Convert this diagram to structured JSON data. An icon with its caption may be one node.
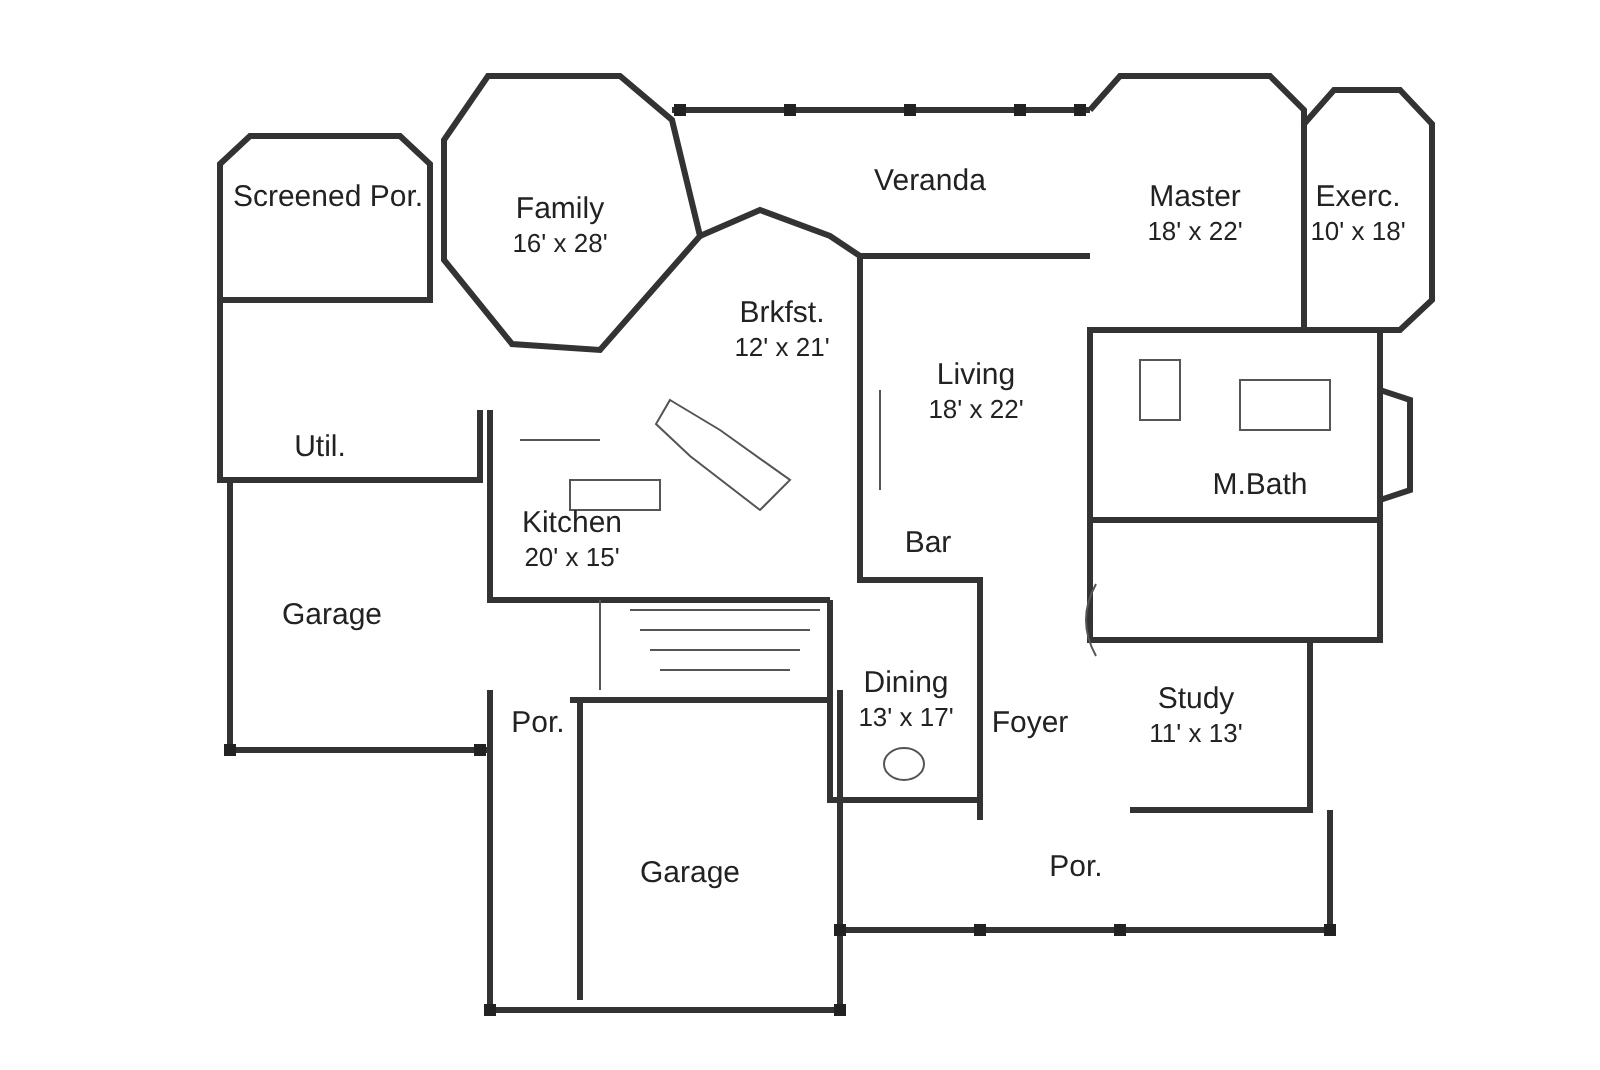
{
  "diagram": {
    "nodes": [
      {
        "text": [
          "Screened Por."
        ]
      },
      {
        "text": [
          "Family",
          "16' x 28'"
        ]
      },
      {
        "text": [
          "Veranda"
        ]
      },
      {
        "text": [
          "Master",
          "18' x 22'"
        ]
      },
      {
        "text": [
          "Exerc.",
          "10' x 18'"
        ]
      },
      {
        "text": [
          "Brkfst.",
          "12' x 21'"
        ]
      },
      {
        "text": [
          "Living",
          "18' x 22'"
        ]
      },
      {
        "text": [
          "Util."
        ]
      },
      {
        "text": [
          "M.Bath"
        ]
      },
      {
        "text": [
          "Kitchen",
          "20' x 15'"
        ]
      },
      {
        "text": [
          "Bar"
        ]
      },
      {
        "text": [
          "Garage"
        ]
      },
      {
        "text": [
          "Dining",
          "13' x 17'"
        ]
      },
      {
        "text": [
          "Por."
        ]
      },
      {
        "text": [
          "Foyer"
        ]
      },
      {
        "text": [
          "Study",
          "11' x 13'"
        ]
      },
      {
        "text": [
          "Garage"
        ]
      },
      {
        "text": [
          "Por."
        ]
      }
    ]
  }
}
